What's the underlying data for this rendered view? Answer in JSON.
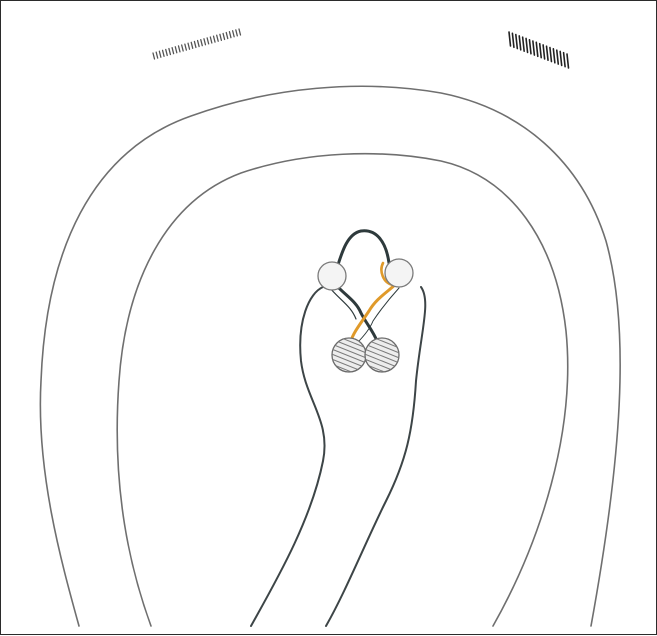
{
  "drawing": {
    "colors": {
      "pencil": "#6f6f6f",
      "dark_strand": "#2e3a3c",
      "orange_strand": "#e09a2a",
      "circle_fill": "#f4f4f4",
      "hatch": "#7a7a7a",
      "background": "#ffffff",
      "border": "#2b2b2b"
    },
    "elements": [
      "outer-arc",
      "middle-arc",
      "inner-lobe",
      "dark-strand",
      "orange-strand",
      "top-circles",
      "hatched-circles",
      "tally-marks"
    ]
  }
}
